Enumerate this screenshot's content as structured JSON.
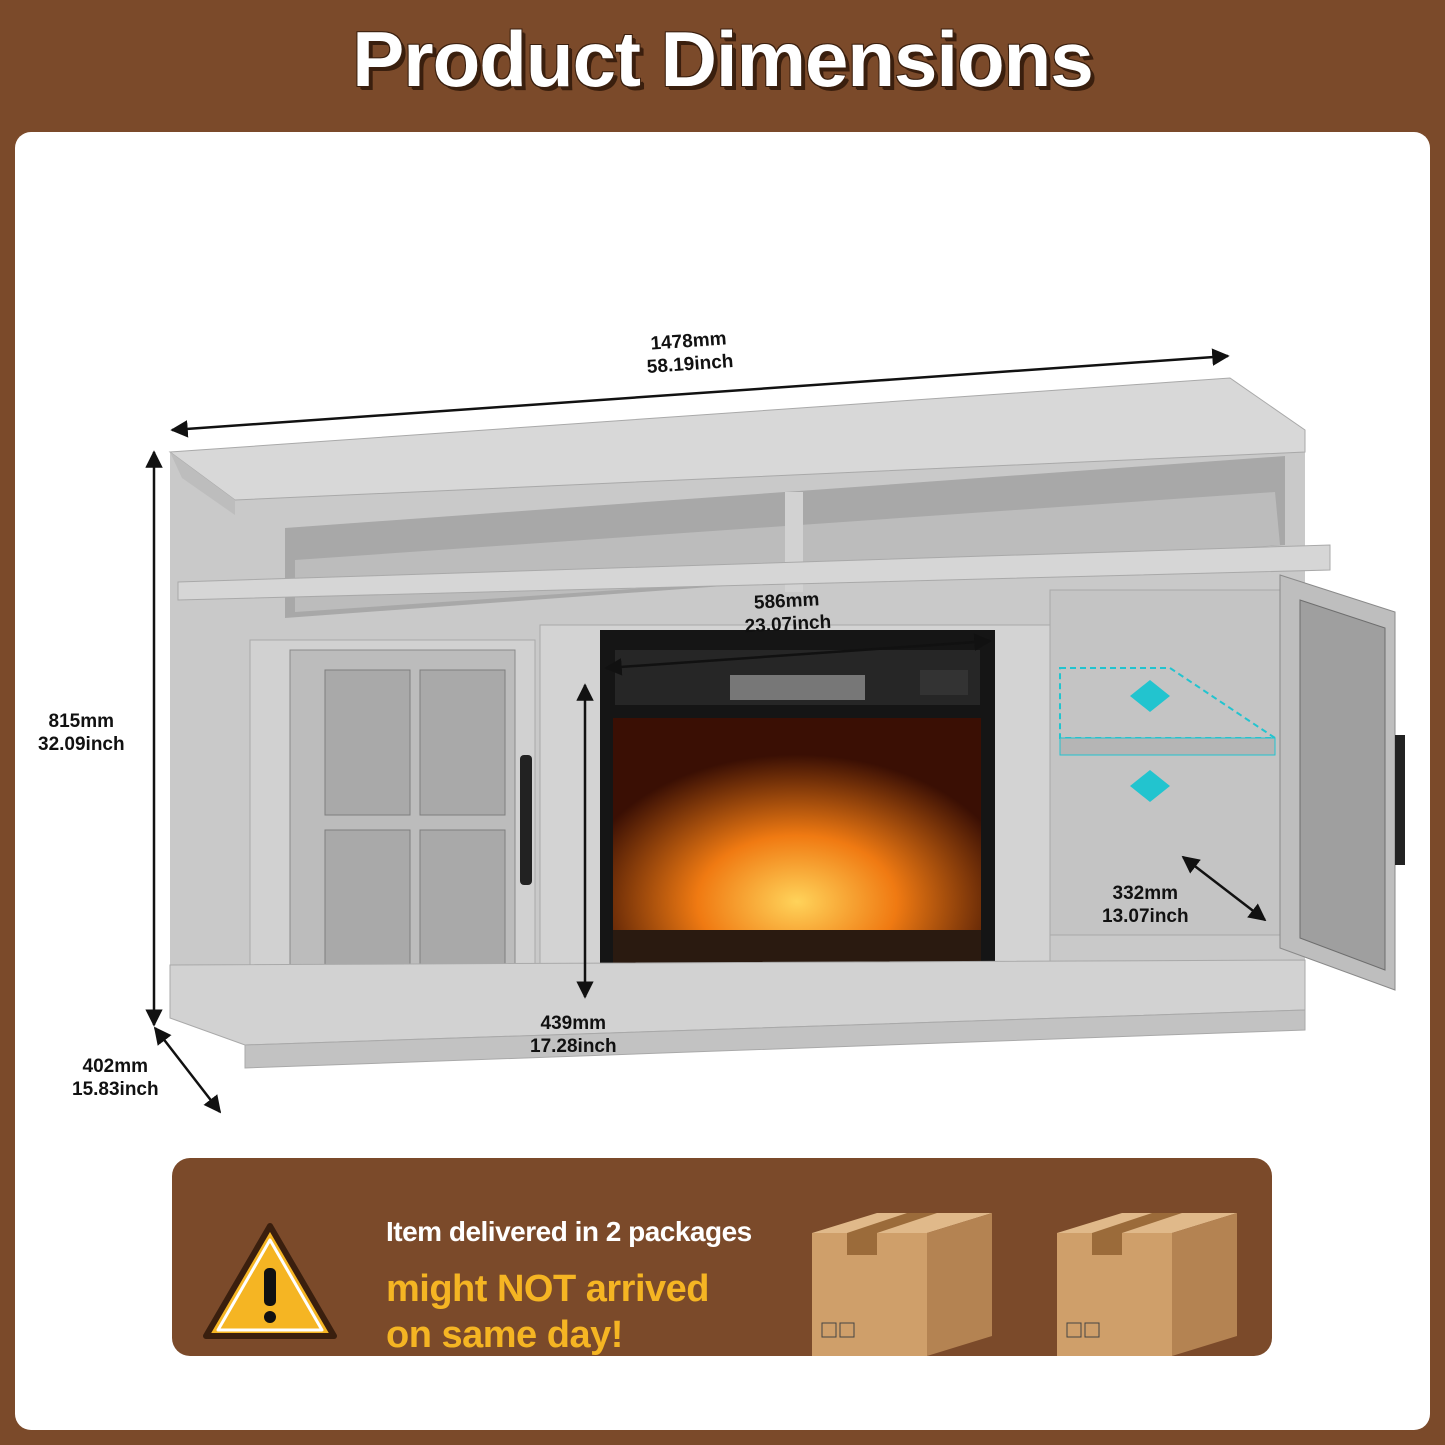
{
  "title": "Product Dimensions",
  "dimensions": {
    "width": {
      "mm": "1478mm",
      "inch": "58.19inch"
    },
    "height": {
      "mm": "815mm",
      "inch": "32.09inch"
    },
    "depth": {
      "mm": "402mm",
      "inch": "15.83inch"
    },
    "fireplace_width": {
      "mm": "586mm",
      "inch": "23.07inch"
    },
    "fireplace_height": {
      "mm": "439mm",
      "inch": "17.28inch"
    },
    "cabinet_depth": {
      "mm": "332mm",
      "inch": "13.07inch"
    }
  },
  "notice": {
    "line1": "Item delivered in 2 packages",
    "line2a": "might NOT arrived",
    "line2b": "on same day!"
  },
  "colors": {
    "brand_brown": "#7b4a2a",
    "warning_yellow": "#f5b523",
    "furniture_gray": "#cfcfcf"
  },
  "icons": [
    "warning-triangle-icon",
    "package-box-icon",
    "package-box-icon"
  ]
}
